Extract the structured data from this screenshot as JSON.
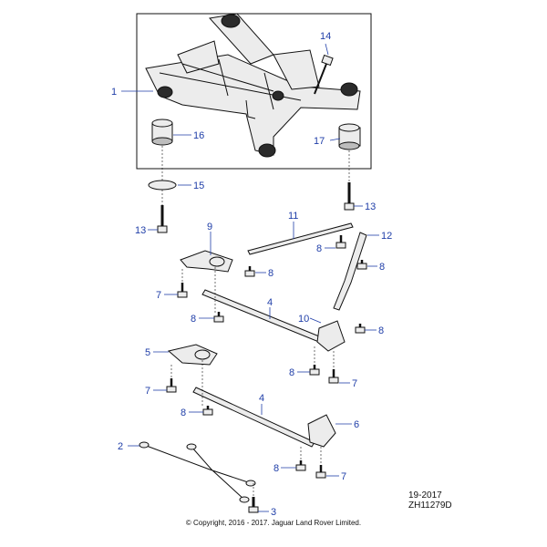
{
  "callouts": {
    "c1": "1",
    "c2": "2",
    "c3": "3",
    "c4a": "4",
    "c4b": "4",
    "c5": "5",
    "c6": "6",
    "c7a": "7",
    "c7b": "7",
    "c7c": "7",
    "c7d": "7",
    "c8a": "8",
    "c8b": "8",
    "c8c": "8",
    "c8d": "8",
    "c8e": "8",
    "c8f": "8",
    "c8g": "8",
    "c8h": "8",
    "c9": "9",
    "c10": "10",
    "c11": "11",
    "c12": "12",
    "c13a": "13",
    "c13b": "13",
    "c14": "14",
    "c15": "15",
    "c16": "16",
    "c17": "17"
  },
  "reference": {
    "year": "19-2017",
    "code": "ZH11279D"
  },
  "copyright": "© Copyright, 2016 - 2017. Jaguar Land Rover Limited.",
  "colors": {
    "callout": "#1f3ea8",
    "line": "#111111"
  }
}
